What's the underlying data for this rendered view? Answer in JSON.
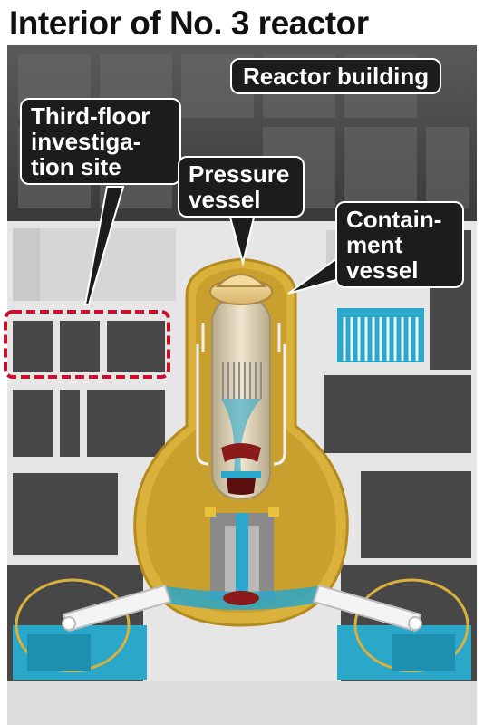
{
  "title": "Interior of No. 3 reactor",
  "labels": {
    "reactor_building": "Reactor building",
    "third_floor": [
      "Third-floor",
      "investiga-",
      "tion site"
    ],
    "pressure_vessel": [
      "Pressure",
      "vessel"
    ],
    "containment_vessel": [
      "Contain-",
      "ment",
      "vessel"
    ]
  },
  "colors": {
    "building_dark": "#4a4a4a",
    "building_light": "#e4e4e4",
    "containment_yellow": "#d9b13b",
    "water_blue": "#2aa7c9",
    "highlight_red": "#c8102e",
    "callout_bg": "#1c1c1c"
  }
}
